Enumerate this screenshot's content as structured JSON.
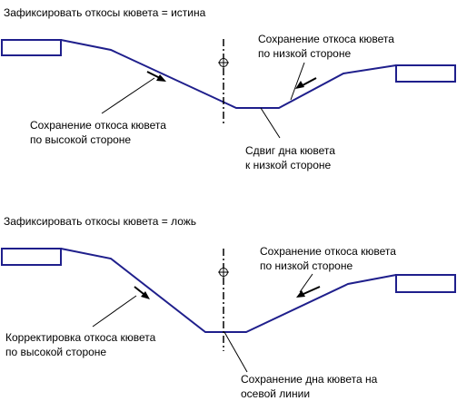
{
  "top": {
    "heading": "Зафиксировать откосы кювета = истина",
    "label_low_side": [
      "Сохранение откоса кювета",
      "по низкой стороне"
    ],
    "label_high_side": [
      "Сохранение откоса кювета",
      "по высокой стороне"
    ],
    "label_bottom": [
      "Сдвиг дна кювета",
      "к низкой стороне"
    ]
  },
  "bottom": {
    "heading": "Зафиксировать откосы кювета = ложь",
    "label_low_side": [
      "Сохранение откоса кювета",
      "по низкой стороне"
    ],
    "label_high_side": [
      "Корректировка откоса кювета",
      "по высокой стороне"
    ],
    "label_bottom": [
      "Сохранение дна кювета на",
      "осевой линии"
    ]
  },
  "colors": {
    "profile": "#1f1f8c",
    "text": "#000000",
    "background": "#ffffff"
  }
}
